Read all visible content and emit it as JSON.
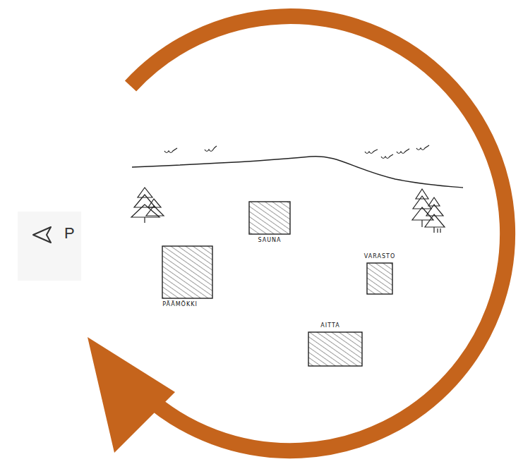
{
  "diagram": {
    "nodes": [
      {
        "text": [
          "SAUNA"
        ]
      },
      {
        "text": [
          "PÄÄMÖKKI"
        ]
      },
      {
        "text": [
          "VARASTO"
        ]
      },
      {
        "text": [
          "AITTA"
        ]
      }
    ],
    "labels": [
      "P"
    ]
  }
}
